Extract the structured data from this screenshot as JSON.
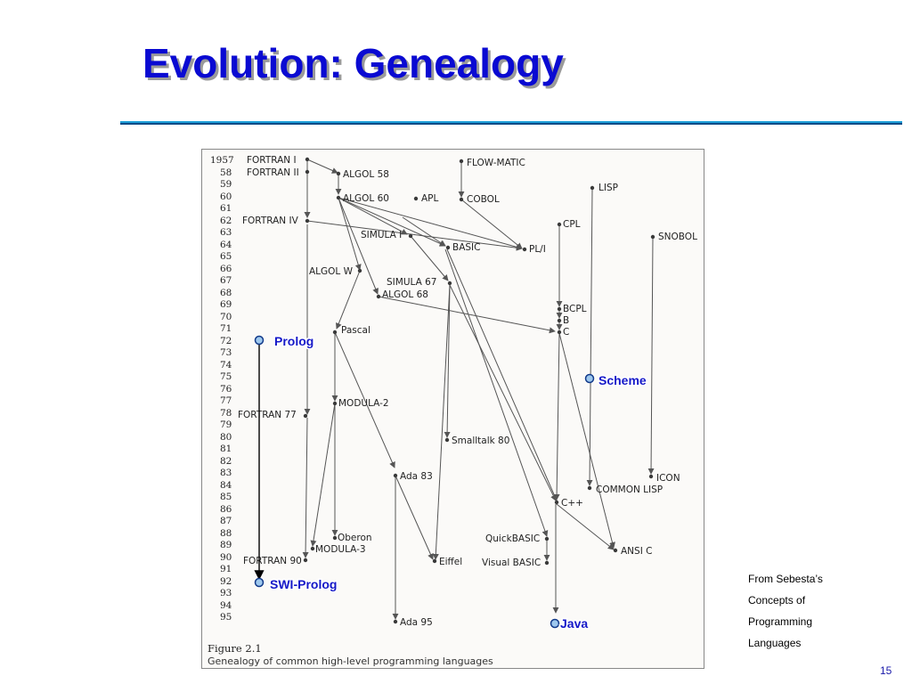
{
  "slide": {
    "title": "Evolution: Genealogy",
    "page_number": "15"
  },
  "source_note": [
    "From Sebesta’s",
    "Concepts of",
    "Programming",
    "Languages"
  ],
  "figure": {
    "caption_title": "Figure 2.1",
    "caption_text": "Genealogy of common high-level programming languages",
    "years": [
      "1957",
      "58",
      "59",
      "60",
      "61",
      "62",
      "63",
      "64",
      "65",
      "66",
      "67",
      "68",
      "69",
      "70",
      "71",
      "72",
      "73",
      "74",
      "75",
      "76",
      "77",
      "78",
      "79",
      "80",
      "81",
      "82",
      "83",
      "84",
      "85",
      "86",
      "87",
      "88",
      "89",
      "90",
      "91",
      "92",
      "93",
      "94",
      "95"
    ],
    "languages": [
      "FORTRAN I",
      "FORTRAN II",
      "ALGOL 58",
      "FLOW-MATIC",
      "ALGOL 60",
      "APL",
      "COBOL",
      "LISP",
      "FORTRAN IV",
      "CPL",
      "SIMULA I",
      "BASIC",
      "PL/I",
      "SNOBOL",
      "ALGOL W",
      "SIMULA 67",
      "ALGOL 68",
      "BCPL",
      "B",
      "C",
      "Pascal",
      "MODULA-2",
      "FORTRAN 77",
      "Smalltalk 80",
      "Ada 83",
      "ICON",
      "COMMON LISP",
      "C++",
      "Oberon",
      "QuickBASIC",
      "MODULA-3",
      "ANSI C",
      "FORTRAN 90",
      "Eiffel",
      "Visual BASIC",
      "Ada 95"
    ],
    "annotations": [
      "Prolog",
      "Scheme",
      "SWI-Prolog",
      "Java"
    ]
  },
  "colors": {
    "title": "#0a0ad2",
    "annotation_text": "#1518c8",
    "annotation_dot": "#9ec8ee",
    "rule": "#1e9fd8"
  }
}
